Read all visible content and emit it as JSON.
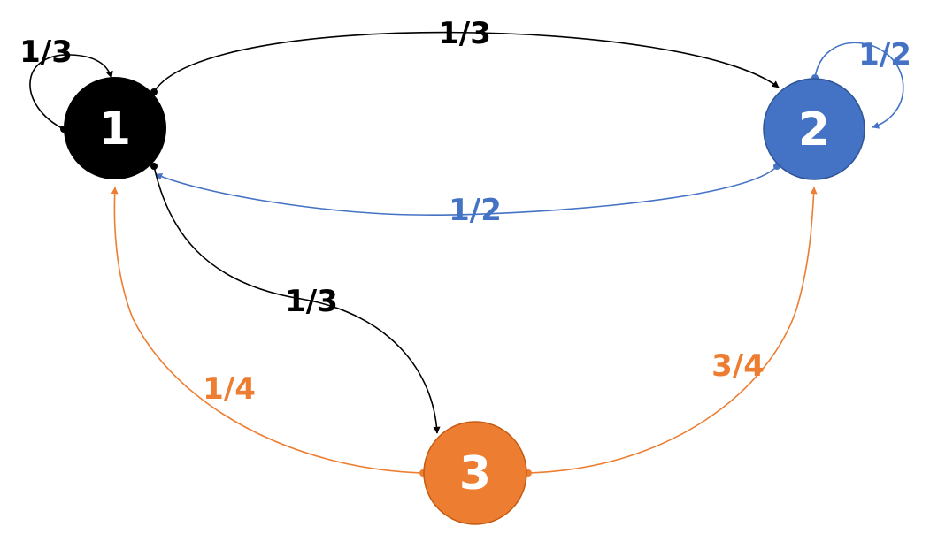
{
  "colors": {
    "node1": "#000000",
    "node2": "#4472C4",
    "node3": "#ED7D31",
    "node3_stroke": "#C55A11",
    "node2_stroke": "#2F5597"
  },
  "nodes": {
    "n1": {
      "label": "1"
    },
    "n2": {
      "label": "2"
    },
    "n3": {
      "label": "3"
    }
  },
  "edges": {
    "e11": {
      "label": "1/3"
    },
    "e12": {
      "label": "1/3"
    },
    "e13": {
      "label": "1/3"
    },
    "e21": {
      "label": "1/2"
    },
    "e22": {
      "label": "1/2"
    },
    "e31": {
      "label": "1/4"
    },
    "e32": {
      "label": "3/4"
    }
  }
}
